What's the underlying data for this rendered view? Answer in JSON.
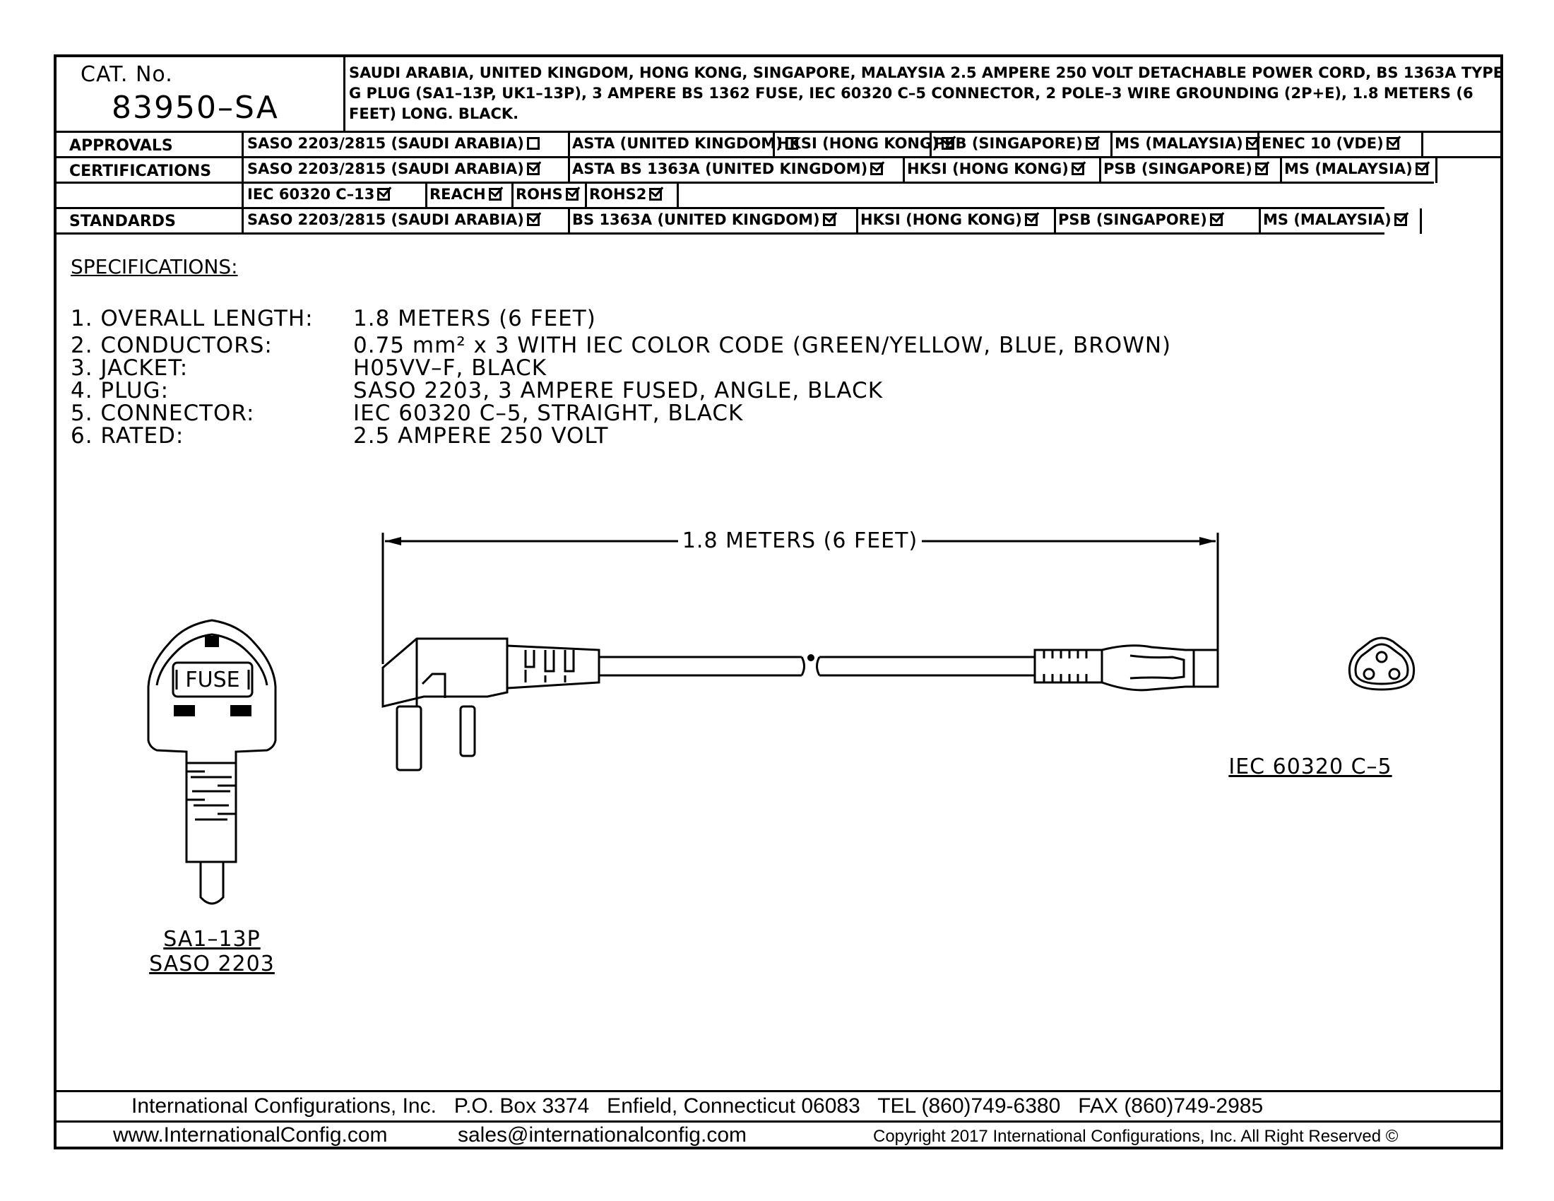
{
  "header": {
    "cat_label": "CAT. No.",
    "cat_number": "83950–SA",
    "description": "SAUDI ARABIA, UNITED KINGDOM, HONG KONG, SINGAPORE, MALAYSIA 2.5 AMPERE 250 VOLT DETACHABLE POWER CORD, BS 1363A TYPE G PLUG (SA1–13P, UK1–13P), 3 AMPERE BS 1362 FUSE, IEC 60320 C–5 CONNECTOR, 2 POLE–3 WIRE GROUNDING (2P+E), 1.8 METERS (6 FEET) LONG. BLACK."
  },
  "approvals": {
    "label": "APPROVALS",
    "items": [
      {
        "text": "SASO 2203/2815 (SAUDI ARABIA)",
        "checked": false
      },
      {
        "text": "ASTA (UNITED KINGDOM)",
        "checked": false
      },
      {
        "text": "HKSI (HONG KONG)",
        "checked": true
      },
      {
        "text": "PSB (SINGAPORE)",
        "checked": true
      },
      {
        "text": "MS (MALAYSIA)",
        "checked": true
      },
      {
        "text": "ENEC 10 (VDE)",
        "checked": true
      }
    ]
  },
  "certifications": {
    "label": "CERTIFICATIONS",
    "items": [
      {
        "text": "SASO 2203/2815 (SAUDI ARABIA)",
        "checked": true
      },
      {
        "text": "ASTA BS 1363A (UNITED KINGDOM)",
        "checked": true
      },
      {
        "text": "HKSI (HONG KONG)",
        "checked": true
      },
      {
        "text": "PSB (SINGAPORE)",
        "checked": true
      },
      {
        "text": "MS (MALAYSIA)",
        "checked": true
      }
    ],
    "items2": [
      {
        "text": "IEC 60320 C–13",
        "checked": true
      },
      {
        "text": "REACH",
        "checked": true
      },
      {
        "text": "ROHS",
        "checked": true
      },
      {
        "text": "ROHS2",
        "checked": true
      }
    ]
  },
  "standards": {
    "label": "STANDARDS",
    "items": [
      {
        "text": "SASO 2203/2815 (SAUDI ARABIA)",
        "checked": true
      },
      {
        "text": "BS 1363A (UNITED KINGDOM)",
        "checked": true
      },
      {
        "text": "HKSI (HONG KONG)",
        "checked": true
      },
      {
        "text": "PSB (SINGAPORE)",
        "checked": true
      },
      {
        "text": "MS (MALAYSIA)",
        "checked": true
      }
    ]
  },
  "specifications": {
    "title": "SPECIFICATIONS:",
    "items": [
      {
        "label": "1. OVERALL LENGTH:",
        "value": "1.8 METERS (6 FEET)"
      },
      {
        "label": "2. CONDUCTORS:",
        "value": "0.75 mm² x 3 WITH IEC COLOR CODE (GREEN/YELLOW, BLUE, BROWN)"
      },
      {
        "label": "3. JACKET:",
        "value": "H05VV–F, BLACK"
      },
      {
        "label": "4. PLUG:",
        "value": "SASO 2203, 3 AMPERE FUSED, ANGLE, BLACK"
      },
      {
        "label": "5. CONNECTOR:",
        "value": "IEC 60320 C–5, STRAIGHT, BLACK"
      },
      {
        "label": "6. RATED:",
        "value": "2.5 AMPERE 250 VOLT"
      }
    ]
  },
  "drawing": {
    "dimension": "1.8 METERS (6 FEET)",
    "fuse_label": "FUSE",
    "plug_label_1": "SA1–13P",
    "plug_label_2": "SASO 2203",
    "connector_label": "IEC 60320 C–5"
  },
  "footer": {
    "line1": "International Configurations, Inc.   P.O. Box 3374   Enfield, Connecticut 06083   TEL (860)749-6380   FAX (860)749-2985",
    "website": "www.InternationalConfig.com",
    "email": "sales@internationalconfig.com",
    "copyright": "Copyright 2017 International Configurations, Inc. All Right Reserved ©"
  }
}
